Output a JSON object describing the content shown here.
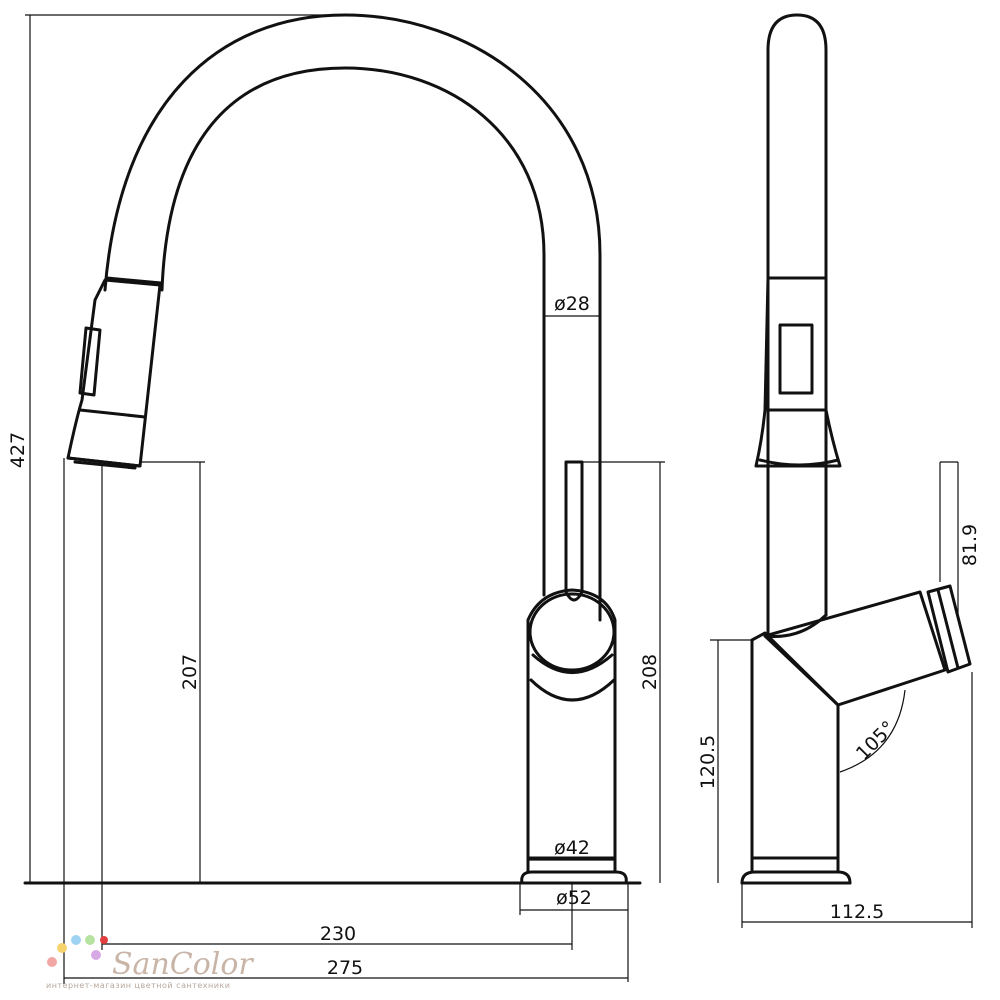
{
  "dimensions": {
    "total_height": "427",
    "spout_diameter": "ø28",
    "spout_outlet_height": "207",
    "handle_top_height": "208",
    "body_diameter": "ø42",
    "base_diameter": "ø52",
    "spout_reach": "230",
    "total_reach": "275",
    "handle_length": "81.9",
    "body_height": "120.5",
    "handle_angle": "105°",
    "side_depth": "112.5"
  },
  "watermark": {
    "brand": "SanColor",
    "tagline": "интернет-магазин цветной сантехники"
  },
  "colors": {
    "line": "#111111",
    "logo_text": "#c9b5a7",
    "logo_dots": [
      "#f3a6a6",
      "#f6d36b",
      "#9fd3f2",
      "#b7e3a0",
      "#d7a9e6",
      "#e24040"
    ]
  }
}
